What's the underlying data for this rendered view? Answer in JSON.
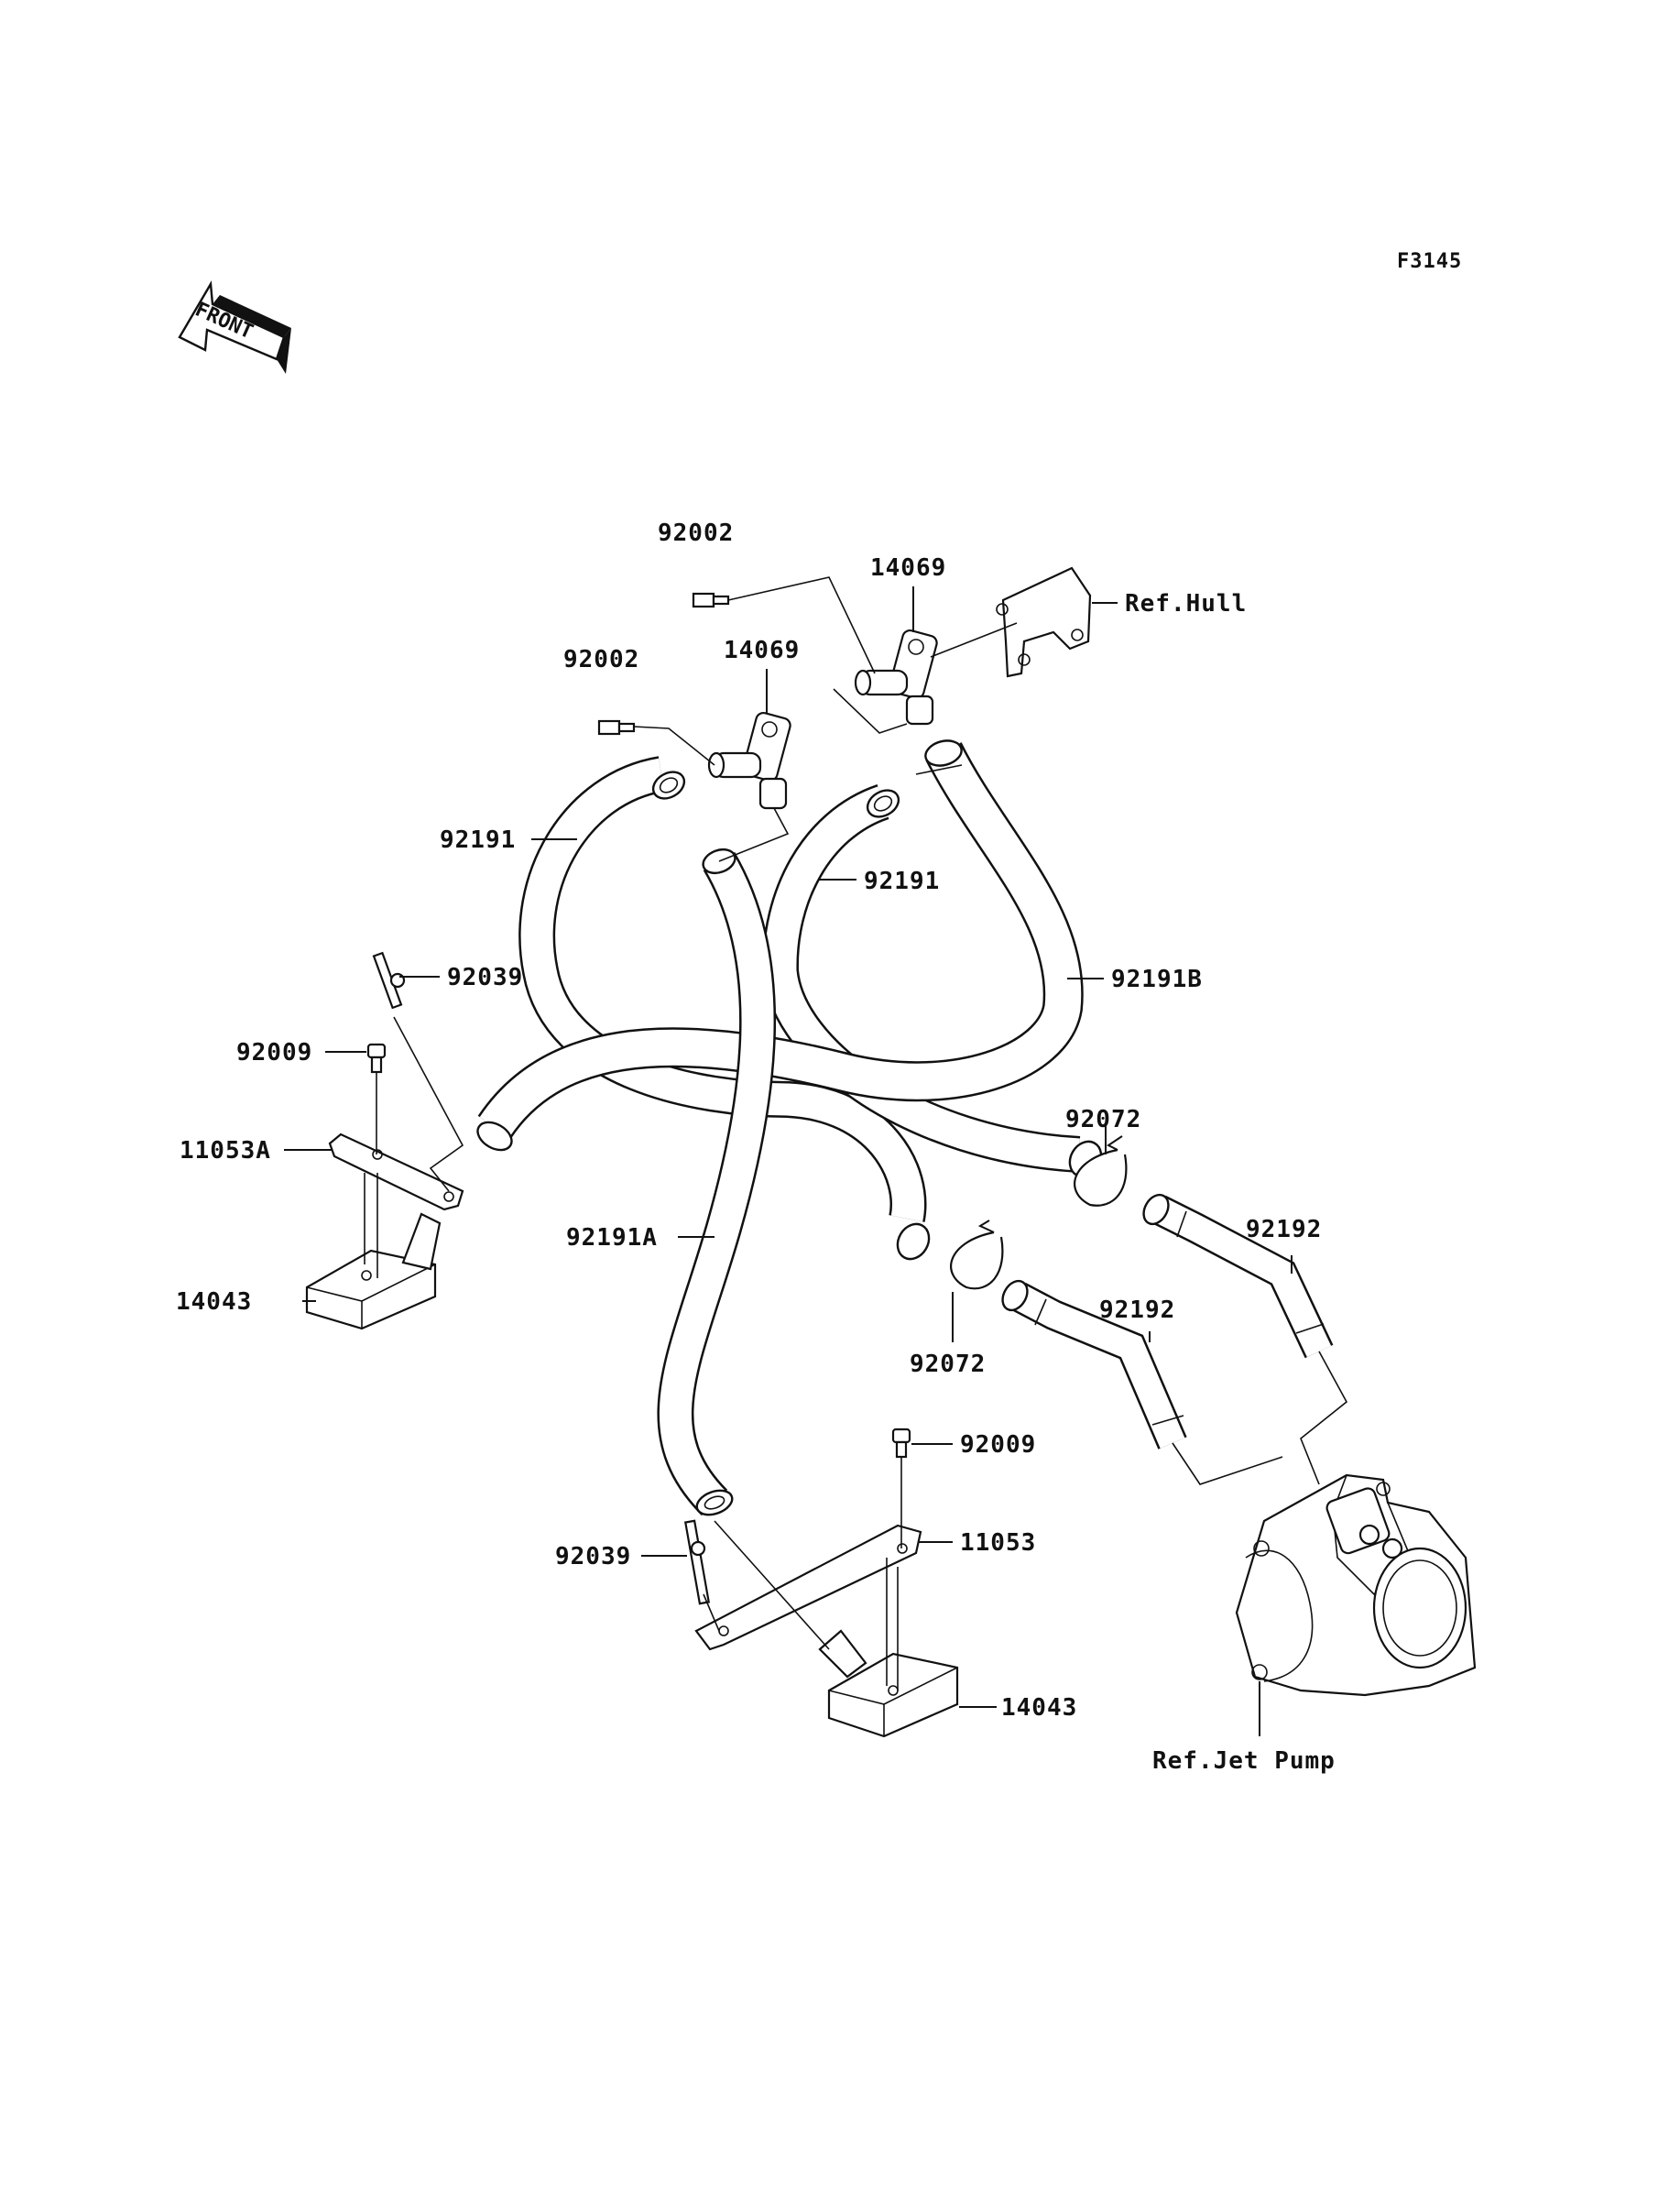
{
  "figure_code": "F3145",
  "front_marker": "FRONT",
  "labels": {
    "bolt_upper": "92002",
    "fitting_upper": "14069",
    "ref_hull": "Ref.Hull",
    "bolt_left": "92002",
    "fitting_left": "14069",
    "hose_left": "92191",
    "hose_middle": "92191",
    "hose_right": "92191B",
    "stud_left": "92039",
    "bolt_small_left": "92009",
    "bracket_left": "11053A",
    "strainer_left": "14043",
    "clamp_upper": "92072",
    "hose_long": "92191A",
    "clamp_lower": "92072",
    "pipe_upper": "92192",
    "pipe_lower": "92192",
    "bolt_small_right": "92009",
    "bracket_right": "11053",
    "stud_right": "92039",
    "strainer_right": "14043",
    "ref_jet_pump": "Ref.Jet Pump"
  }
}
